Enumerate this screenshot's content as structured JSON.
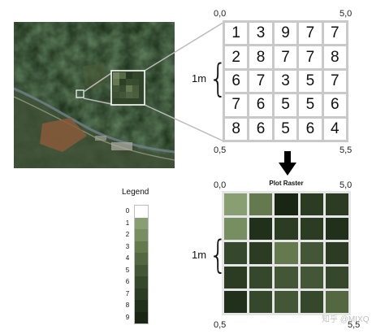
{
  "num_grid": {
    "cells": [
      [
        "1",
        "3",
        "9",
        "7",
        "7"
      ],
      [
        "2",
        "8",
        "7",
        "7",
        "8"
      ],
      [
        "6",
        "7",
        "3",
        "5",
        "7"
      ],
      [
        "7",
        "6",
        "5",
        "5",
        "6"
      ],
      [
        "8",
        "6",
        "5",
        "6",
        "4"
      ]
    ],
    "corner_top_left": "0,0",
    "corner_top_right": "5,0",
    "corner_bottom_left": "0,5",
    "corner_bottom_right": "5,5",
    "side_label": "1m"
  },
  "plot_raster": {
    "title": "Plot Raster",
    "corner_top_left": "0,0",
    "corner_top_right": "5,0",
    "corner_bottom_left": "0,5",
    "corner_bottom_right": "5,5",
    "side_label": "1m"
  },
  "legend": {
    "title": "Legend",
    "labels": [
      "0",
      "1",
      "2",
      "3",
      "4",
      "5",
      "6",
      "7",
      "8",
      "9"
    ],
    "colors": [
      "#ffffff",
      "#8a9e74",
      "#778d62",
      "#65794f",
      "#536841",
      "#435736",
      "#36482b",
      "#2b3c22",
      "#21301b",
      "#192614"
    ]
  },
  "watermark": "知乎 @MIXQ"
}
